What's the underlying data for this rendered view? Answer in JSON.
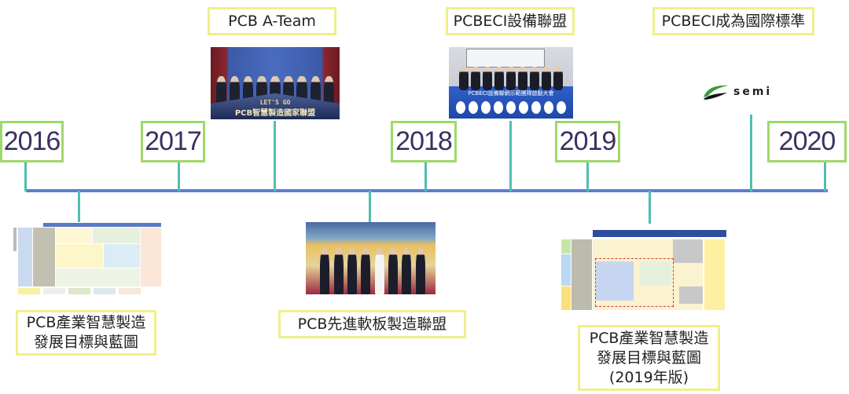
{
  "timeline": {
    "years": [
      {
        "label": "2016"
      },
      {
        "label": "2017"
      },
      {
        "label": "2018"
      },
      {
        "label": "2019"
      },
      {
        "label": "2020"
      }
    ],
    "events_above": [
      {
        "title": "PCB A-Team",
        "image": "PCB A-Team launch photo",
        "image_caption_1": "LET'S GO",
        "image_caption_2": "PCB智慧製造國家聯盟"
      },
      {
        "title": "PCBECI設備聯盟",
        "image": "PCBECI alliance launch photo",
        "image_caption": "PCBECI設備聯網示範團隊啟動大會"
      },
      {
        "title": "PCBECI成為國際標準",
        "image": "SEMI logo",
        "logo_text": "semi"
      }
    ],
    "events_below": [
      {
        "title_line1": "PCB產業智慧製造",
        "title_line2": "發展目標與藍圖",
        "image": "roadmap chart"
      },
      {
        "title_line1": "PCB先進軟板製造聯盟",
        "image": "flexible PCB alliance photo"
      },
      {
        "title_line1": "PCB產業智慧製造",
        "title_line2": "發展目標與藍圖",
        "title_line3": "(2019年版)",
        "image": "2019 roadmap chart"
      }
    ]
  },
  "colors": {
    "timeline_line": "#5b7fd0",
    "connector": "#4fbfb0",
    "year_box_border": "#9ed86a",
    "year_text": "#3d3060",
    "label_box_border": "#eef08a",
    "semi_green": "#3a9a3a"
  }
}
